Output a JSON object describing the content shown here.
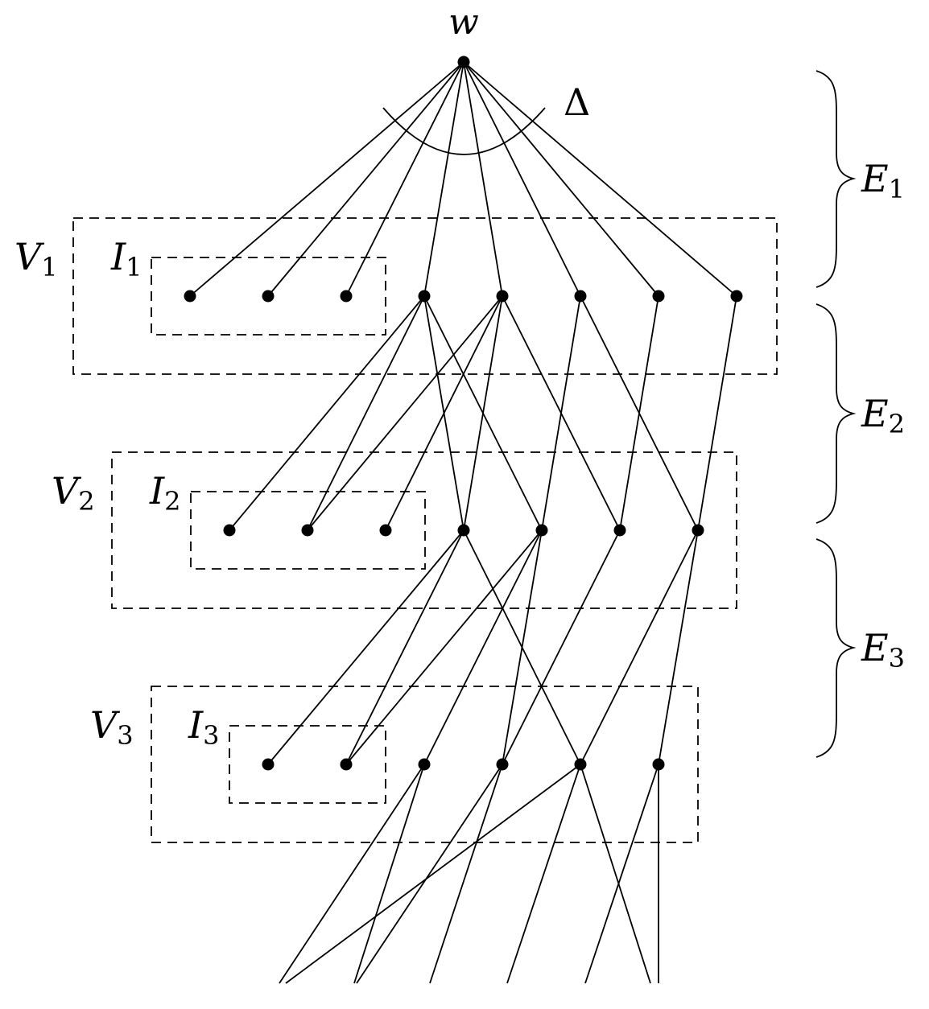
{
  "root": {
    "label": "w"
  },
  "degree_label": "Δ",
  "levels": [
    {
      "set": {
        "main": "V",
        "sub": "1"
      },
      "independent": {
        "main": "I",
        "sub": "1"
      },
      "vertex_count": 8,
      "independent_count": 3
    },
    {
      "set": {
        "main": "V",
        "sub": "2"
      },
      "independent": {
        "main": "I",
        "sub": "2"
      },
      "vertex_count": 7,
      "independent_count": 3
    },
    {
      "set": {
        "main": "V",
        "sub": "3"
      },
      "independent": {
        "main": "I",
        "sub": "3"
      },
      "vertex_count": 6,
      "independent_count": 2
    }
  ],
  "edge_sets": [
    {
      "main": "E",
      "sub": "1"
    },
    {
      "main": "E",
      "sub": "2"
    },
    {
      "main": "E",
      "sub": "3"
    }
  ]
}
